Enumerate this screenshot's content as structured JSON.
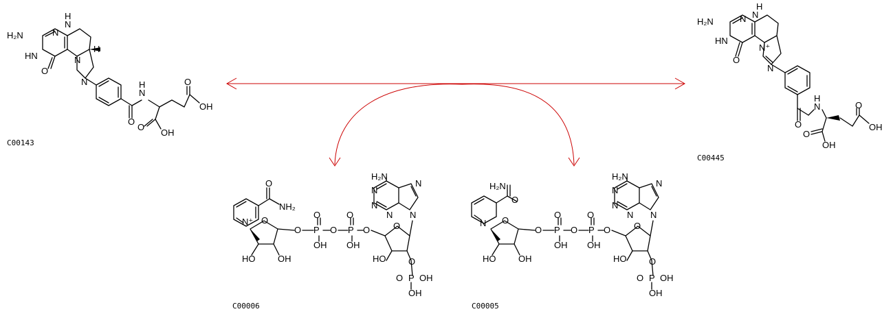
{
  "compounds": [
    {
      "id": "C00143",
      "role": "substrate"
    },
    {
      "id": "C00445",
      "role": "product"
    },
    {
      "id": "C00006",
      "role": "cofactor-in"
    },
    {
      "id": "C00005",
      "role": "cofactor-out"
    }
  ],
  "atom_labels": {
    "nh2": "H₂N",
    "n": "N",
    "h": "H",
    "nh": "NH",
    "hn": "HN",
    "o": "O",
    "oh": "OH",
    "ho": "HO",
    "p": "P",
    "n_plus": "N⁺",
    "nh2_right": "NH₂",
    "nh2_top": "NH₂",
    "h2n_top": "H₂N"
  },
  "colors": {
    "arrow": "#cc0000",
    "structure": "#000000",
    "background": "#ffffff"
  }
}
